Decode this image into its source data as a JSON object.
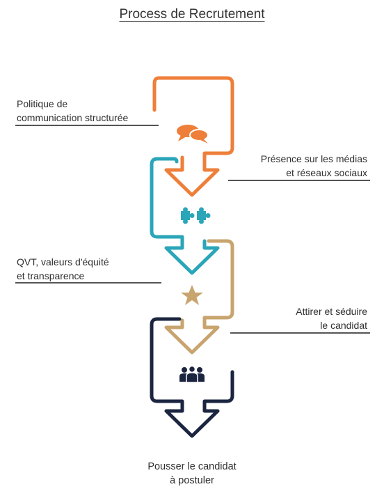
{
  "title": "Process de Recrutement",
  "steps": [
    {
      "label_line1": "Politique de",
      "label_line2": "communication structurée",
      "icon": "speech-bubbles-icon",
      "color": "#EE7F3A"
    },
    {
      "label_line1": "Présence sur les médias",
      "label_line2": "et réseaux sociaux",
      "icon": "puzzle-icon",
      "color": "#2AA6B8"
    },
    {
      "label_line1": "QVT, valeurs d'équité",
      "label_line2": "et transparence",
      "icon": "star-icon",
      "color": "#C8A46E"
    },
    {
      "label_line1": "Attirer et séduire",
      "label_line2": "le candidat",
      "icon": "team-icon",
      "color": "#1B2540"
    }
  ],
  "final": {
    "line1": "Pousser le candidat",
    "line2": "à postuler"
  }
}
